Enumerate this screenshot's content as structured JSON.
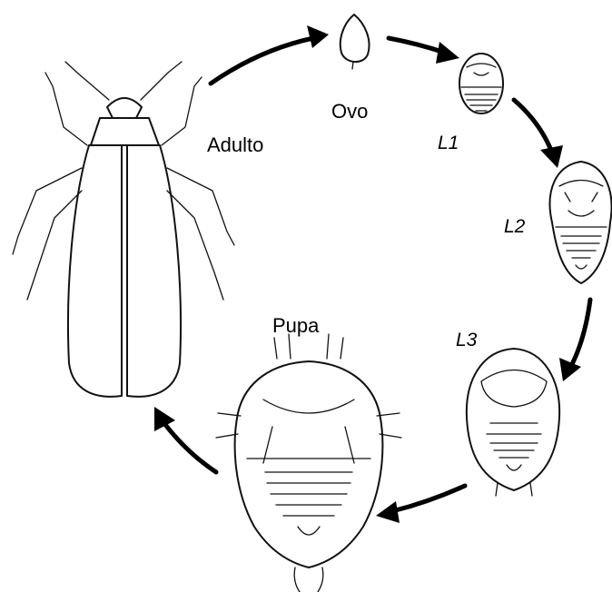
{
  "stages": {
    "egg": "Ovo",
    "l1": "L1",
    "l2": "L2",
    "l3": "L3",
    "pupa": "Pupa",
    "adult": "Adulto"
  }
}
